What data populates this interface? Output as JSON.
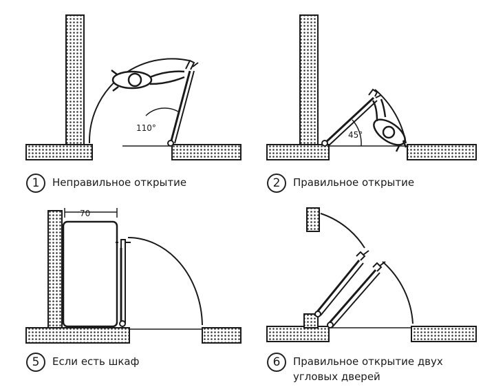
{
  "captions": [
    {
      "number": "1",
      "lines": [
        "Неправильное открытие"
      ]
    },
    {
      "number": "2",
      "lines": [
        "Правильное открытие"
      ]
    },
    {
      "number": "5",
      "lines": [
        "Если есть шкаф"
      ]
    },
    {
      "number": "6",
      "lines": [
        "Правильное открытие двух",
        "угловых дверей"
      ]
    }
  ],
  "dimensions": {
    "angle_wrong": "110°",
    "angle_right": "45°",
    "wardrobe_width": "70"
  },
  "colors": {
    "wall_fill": "#c9c9c9",
    "ink": "#1a1a1a"
  }
}
